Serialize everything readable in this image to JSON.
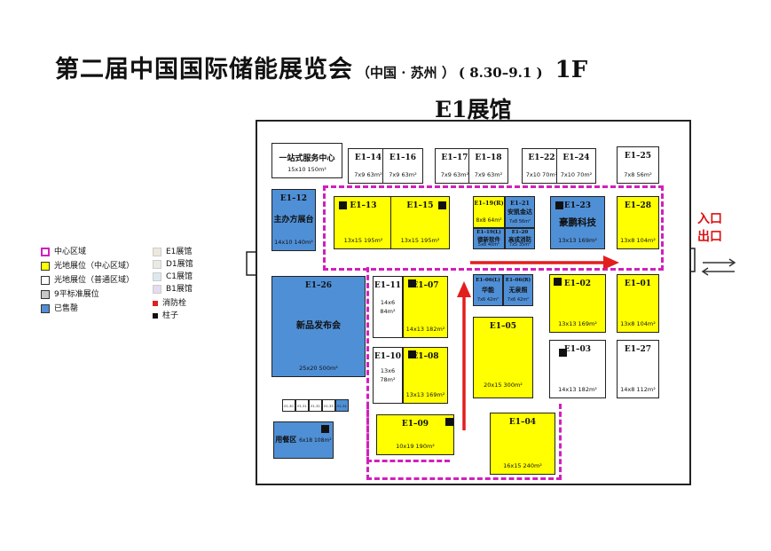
{
  "header": {
    "title": "第二届中国国际储能展览会",
    "location": "（中国 · 苏州 ）",
    "dates": "( 8.30–9.1 )",
    "floor": "1F",
    "hall_name": "E1展馆"
  },
  "legend": {
    "items": [
      {
        "label": "中心区域"
      },
      {
        "label": "光地展位（中心区域）"
      },
      {
        "label": "光地展位（普通区域）"
      },
      {
        "label": "9平标准展位"
      },
      {
        "label": "已售罄"
      }
    ],
    "halls": [
      {
        "label": "E1展馆"
      },
      {
        "label": "D1展馆"
      },
      {
        "label": "C1展馆"
      },
      {
        "label": "B1展馆"
      }
    ],
    "hydrant": "消防栓",
    "pillar": "柱子",
    "colors": {
      "center": "#d21fbd",
      "yellow": "#ffff00",
      "blue": "#4f8fd6",
      "gray": "#c8c8c8",
      "e1": "#ece9dc",
      "d1": "#e9ebe3",
      "c1": "#dde9ee",
      "b1": "#e3ddef",
      "hydrant": "#e02020",
      "pillar": "#111111"
    }
  },
  "booths": {
    "service": {
      "id": "一站式服务中心",
      "size": "15x10  150m²"
    },
    "e1_14": {
      "id": "E1–14",
      "size": "7x9  63m²"
    },
    "e1_16": {
      "id": "E1–16",
      "size": "7x9  63m²"
    },
    "e1_17": {
      "id": "E1–17",
      "size": "7x9  63m²"
    },
    "e1_18": {
      "id": "E1–18",
      "size": "7x9  63m²"
    },
    "e1_22": {
      "id": "E1–22",
      "size": "7x10  70m²"
    },
    "e1_24": {
      "id": "E1–24",
      "size": "7x10  70m²"
    },
    "e1_25": {
      "id": "E1–25",
      "size": "7x8  56m²"
    },
    "e1_12": {
      "id": "E1–12",
      "name": "主办方展台",
      "size": "14x10  140m²"
    },
    "e1_13": {
      "id": "E1–13",
      "size": "13x15  195m²"
    },
    "e1_15": {
      "id": "E1–15",
      "size": "13x15  195m²"
    },
    "e1_19r": {
      "id": "E1–19(R)",
      "size": "8x8  64m²"
    },
    "e1_21": {
      "id": "E1–21",
      "name": "安凯金达",
      "size": "7x8  56m²"
    },
    "e1_19l": {
      "id": "E1–19(L)",
      "name": "德新软件",
      "size": "5x8  40m²"
    },
    "e1_20": {
      "id": "E1–20",
      "name": "高成消防",
      "size": "7x5  35m²"
    },
    "e1_23": {
      "id": "E1–23",
      "name": "豪鹏科技",
      "size": "13x13  169m²"
    },
    "e1_28": {
      "id": "E1–28",
      "size": "13x8  104m²"
    },
    "e1_26": {
      "id": "E1–26",
      "name": "新品发布会",
      "size": "25x20  500m²"
    },
    "e1_11": {
      "id": "E1–11",
      "size": "14x6  84m²"
    },
    "e1_07": {
      "id": "E1–07",
      "size": "14x13  182m²"
    },
    "e1_06l": {
      "id": "E1–06(L)",
      "name": "华能",
      "size": "7x6  42m²"
    },
    "e1_06r": {
      "id": "E1–06(R)",
      "name": "无泉照",
      "size": "7x6  42m²"
    },
    "e1_02": {
      "id": "E1–02",
      "size": "13x13  169m²"
    },
    "e1_01": {
      "id": "E1–01",
      "size": "13x8  104m²"
    },
    "e1_05": {
      "id": "E1–05",
      "size": "20x15  300m²"
    },
    "e1_10": {
      "id": "E1–10",
      "size": "13x6  78m²"
    },
    "e1_08": {
      "id": "E1–08",
      "size": "13x13  169m²"
    },
    "e1_03": {
      "id": "E1–03",
      "size": "14x13  182m²"
    },
    "e1_27": {
      "id": "E1–27",
      "size": "14x8  112m²"
    },
    "e1_09": {
      "id": "E1–09",
      "size": "10x19  190m²"
    },
    "e1_04": {
      "id": "E1–04",
      "size": "16x15  240m²"
    },
    "dining": {
      "name": "用餐区",
      "size": "6x18  108m²"
    }
  },
  "standard_booths": [
    "E1-30",
    "E1-31",
    "E1-32",
    "E1-33",
    "E1-34"
  ],
  "entrance": {
    "in": "入口",
    "out": "出口"
  }
}
